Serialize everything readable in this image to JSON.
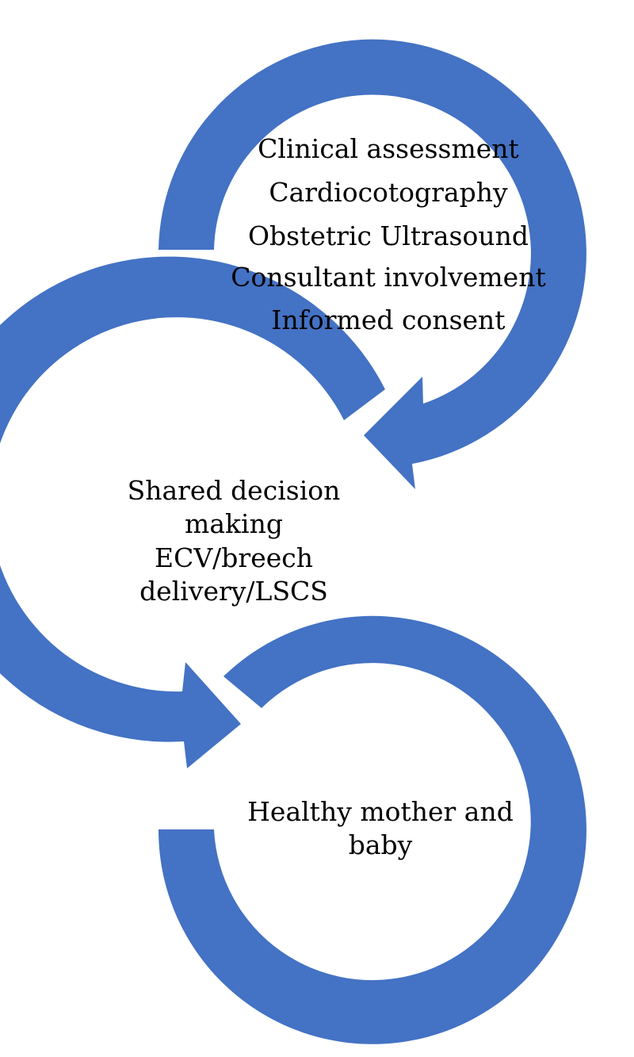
{
  "colors": {
    "arrow_fill": "#4472c4",
    "background": "#ffffff",
    "text": "#000000"
  },
  "stage1": {
    "items": [
      "Clinical assessment",
      "Cardiocotography",
      "Obstetric Ultrasound",
      "Consultant involvement",
      "Informed consent"
    ]
  },
  "stage2": {
    "items": [
      "Shared decision making",
      "ECV/breech delivery/LSCS"
    ]
  },
  "stage3": {
    "items": [
      "Healthy mother and baby"
    ]
  }
}
